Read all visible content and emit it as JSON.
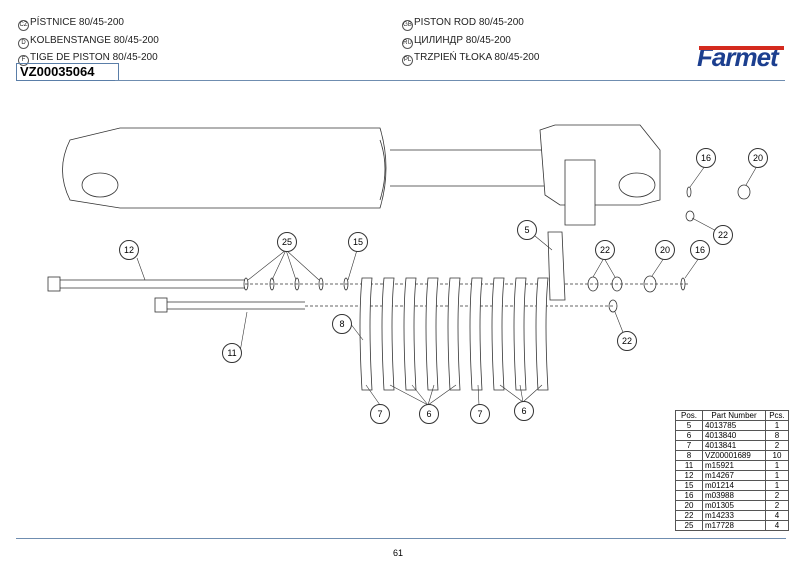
{
  "titles": {
    "cz": {
      "badge": "CZ",
      "text": "PÍSTNICE 80/45-200"
    },
    "d": {
      "badge": "D",
      "text": "KOLBENSTANGE 80/45-200"
    },
    "f": {
      "badge": "F",
      "text": "TIGE DE PISTON 80/45-200"
    },
    "gb": {
      "badge": "GB",
      "text": "PISTON ROD 80/45-200"
    },
    "ru": {
      "badge": "RU",
      "text": "ЦИЛИНДР 80/45-200"
    },
    "pl": {
      "badge": "PL",
      "text": "TRZPIEŃ TŁOKA 80/45-200"
    }
  },
  "code": "VZ00035064",
  "logo": "Farmet",
  "callouts": [
    "16",
    "20",
    "22",
    "5",
    "22",
    "20",
    "16",
    "12",
    "25",
    "15",
    "8",
    "11",
    "22",
    "7",
    "6",
    "7",
    "6"
  ],
  "table": {
    "headers": [
      "Pos.",
      "Part Number",
      "Pcs."
    ],
    "rows": [
      [
        "5",
        "4013785",
        "1"
      ],
      [
        "6",
        "4013840",
        "8"
      ],
      [
        "7",
        "4013841",
        "2"
      ],
      [
        "8",
        "VZ00001689",
        "10"
      ],
      [
        "11",
        "m15921",
        "1"
      ],
      [
        "12",
        "m14267",
        "1"
      ],
      [
        "15",
        "m01214",
        "1"
      ],
      [
        "16",
        "m03988",
        "2"
      ],
      [
        "20",
        "m01305",
        "2"
      ],
      [
        "22",
        "m14233",
        "4"
      ],
      [
        "25",
        "m17728",
        "4"
      ]
    ]
  },
  "page_number": "61",
  "colors": {
    "logo_blue": "#1c3f8f",
    "logo_red": "#d42a1e",
    "rule": "#6f8db0"
  }
}
